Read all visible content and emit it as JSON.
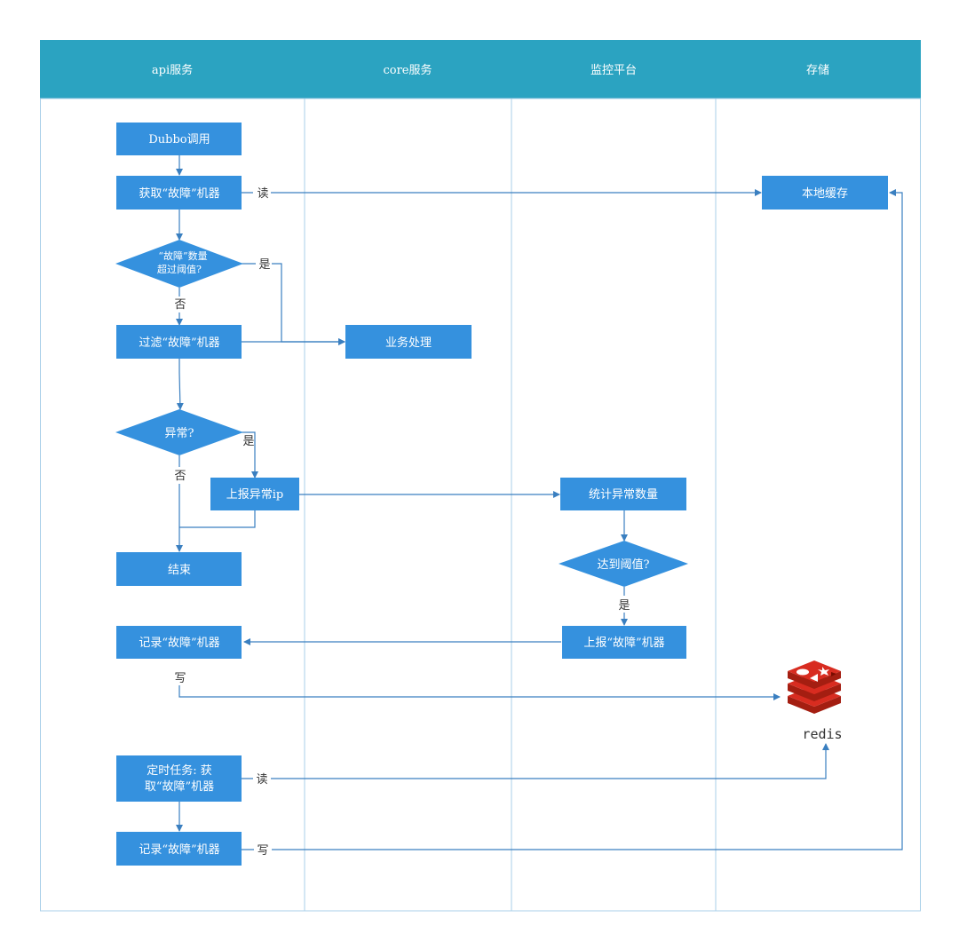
{
  "lanes": [
    "api服务",
    "core服务",
    "监控平台",
    "存储"
  ],
  "nodes": {
    "dubbo": "Dubbo调用",
    "get_faulty": "获取“故障”机器",
    "check_count_line1": "“故障”数量",
    "check_count_line2": "超过阈值?",
    "filter": "过滤“故障”机器",
    "business": "业务处理",
    "exception": "异常?",
    "report_ip": "上报异常ip",
    "end": "结束",
    "count_exceptions": "统计异常数量",
    "threshold": "达到阈值?",
    "report_faulty": "上报“故障”机器",
    "record_faulty_1": "记录“故障”机器",
    "local_cache": "本地缓存",
    "redis": "redis",
    "timer_line1": "定时任务: 获",
    "timer_line2": "取“故障”机器",
    "record_faulty_2": "记录“故障”机器"
  },
  "edge_labels": {
    "read_1": "读",
    "yes_1": "是",
    "no_1": "否",
    "yes_2": "是",
    "no_2": "否",
    "yes_3": "是",
    "write_1": "写",
    "read_2": "读",
    "write_2": "写"
  },
  "colors": {
    "header": "#2ba3c1",
    "node": "#3591de",
    "edge": "#3a7fc0",
    "redis": "#d82c20"
  }
}
